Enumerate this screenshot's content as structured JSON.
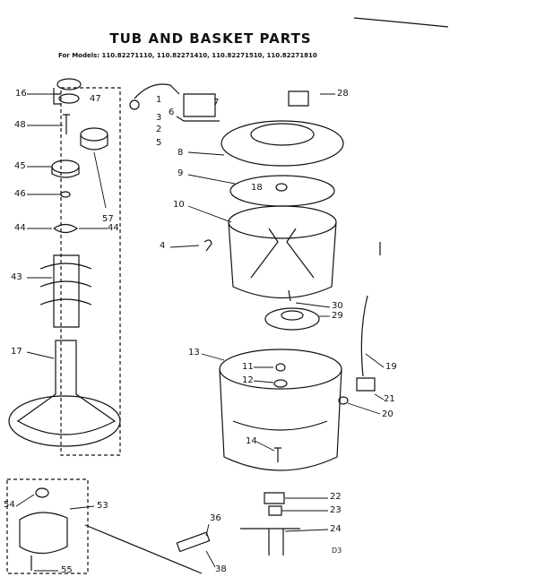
{
  "title": "TUB AND BASKET PARTS",
  "models": "For Models: 110.82271110, 110.82271410, 110.82271510, 110.82271810",
  "code": "D3",
  "labels": {
    "l16": "16",
    "l47": "47",
    "l48": "48",
    "l45": "45",
    "l46": "46",
    "l57": "57",
    "l44a": "44",
    "l44b": "44",
    "l43": "43",
    "l17": "17",
    "l1": "1",
    "l3": "3",
    "l2": "2",
    "l5": "5",
    "l6": "6",
    "l7": "7",
    "l28": "28",
    "l8": "8",
    "l9": "9",
    "l18": "18",
    "l10": "10",
    "l4": "4",
    "l30": "30",
    "l29": "29",
    "l13": "13",
    "l11": "11",
    "l12": "12",
    "l19": "19",
    "l21": "21",
    "l20": "20",
    "l14": "14",
    "l22": "22",
    "l23": "23",
    "l24": "24",
    "l36": "36",
    "l38": "38",
    "l54": "54",
    "l53": "53",
    "l55": "55"
  }
}
